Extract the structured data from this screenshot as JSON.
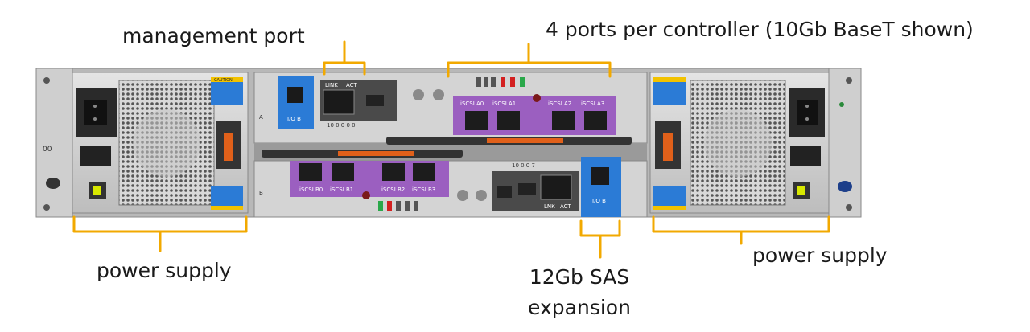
{
  "callouts": {
    "management_port": "management port",
    "ports_per_controller": "4 ports per controller (10Gb BaseT shown)",
    "power_supply_left": "power supply",
    "power_supply_right": "power supply",
    "sas_expansion_line1": "12Gb SAS",
    "sas_expansion_line2": "expansion"
  },
  "chassis": {
    "unit_label": "00",
    "controller_a": {
      "slot_letter": "A",
      "io_badge": "I/O B",
      "mgmt_labels": [
        "LINK",
        "ACT"
      ],
      "mac_text": "10 0 0 0 0",
      "ports": [
        "iSCSI A0",
        "iSCSI A1",
        "iSCSI A2",
        "iSCSI A3"
      ]
    },
    "controller_b": {
      "slot_letter": "B",
      "io_badge": "I/O B",
      "mgmt_labels": [
        "LNK",
        "ACT"
      ],
      "mac_text": "10 0 0 7",
      "ports": [
        "iSCSI B0",
        "iSCSI B1",
        "iSCSI B2",
        "iSCSI B3"
      ]
    },
    "psu_caution": "CAUTION"
  },
  "colors": {
    "bracket": "#f2a900",
    "io_blue": "#2b7bd6",
    "port_purple": "#9b5fc0",
    "latch_orange": "#e0601a",
    "chassis_gray": "#c9c9c9"
  }
}
